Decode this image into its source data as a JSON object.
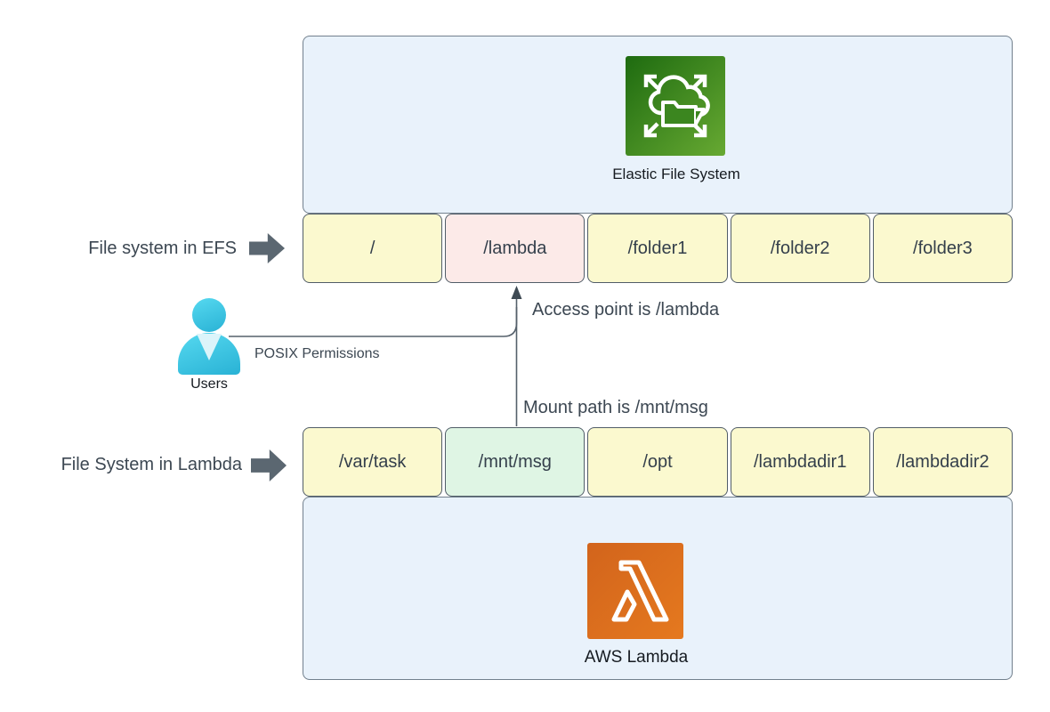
{
  "efs": {
    "icon_label": "Elastic File System",
    "row_label": "File system in EFS",
    "boxes": [
      {
        "label": "/",
        "variant": "yellow"
      },
      {
        "label": "/lambda",
        "variant": "pink"
      },
      {
        "label": "/folder1",
        "variant": "yellow"
      },
      {
        "label": "/folder2",
        "variant": "yellow"
      },
      {
        "label": "/folder3",
        "variant": "yellow"
      }
    ]
  },
  "lambda": {
    "icon_label": "AWS Lambda",
    "row_label": "File System in Lambda",
    "boxes": [
      {
        "label": "/var/task",
        "variant": "yellow"
      },
      {
        "label": "/mnt/msg",
        "variant": "green"
      },
      {
        "label": "/opt",
        "variant": "yellow"
      },
      {
        "label": "/lambdadir1",
        "variant": "yellow"
      },
      {
        "label": "/lambdadir2",
        "variant": "yellow"
      }
    ]
  },
  "annotations": {
    "access_point": "Access point is /lambda",
    "mount_path": "Mount path is /mnt/msg",
    "posix": "POSIX Permissions",
    "users": "Users"
  },
  "colors": {
    "container_fill": "#E9F2FB",
    "container_border": "#72808D",
    "box_border": "#515D68",
    "yellow": "#FBF9CF",
    "pink": "#FCEAE8",
    "green": "#DFF5E4",
    "efs_dark": "#1E6B10",
    "efs_light": "#67A932",
    "lambda_dark": "#D2641C",
    "lambda_light": "#E5791F",
    "user_cyan_light": "#56D9F0",
    "user_cyan_dark": "#29B2D5",
    "collar": "#DCF4FA",
    "line": "#55606B",
    "arrow_gray": "#5B6771",
    "text": "#3C4752",
    "text_dark": "#161B21"
  }
}
